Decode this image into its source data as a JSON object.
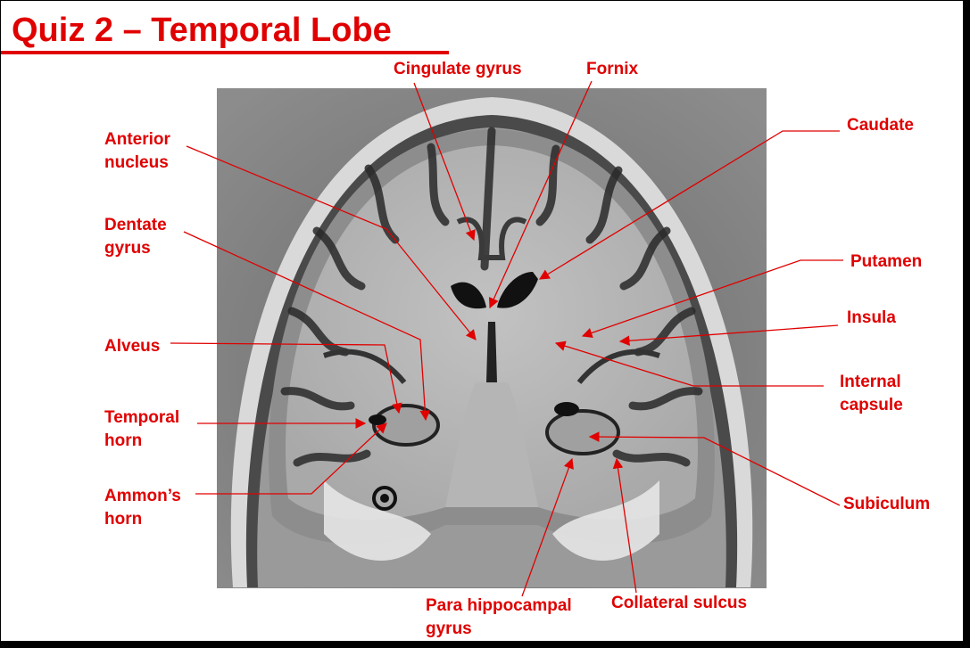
{
  "title": "Quiz 2 – Temporal Lobe",
  "colors": {
    "accent": "#e00000",
    "background": "#ffffff"
  },
  "labels": {
    "cingulate_gyrus": "Cingulate gyrus",
    "fornix": "Fornix",
    "anterior_nucleus": [
      "Anterior",
      "nucleus"
    ],
    "caudate": "Caudate",
    "dentate_gyrus": [
      "Dentate",
      "gyrus"
    ],
    "putamen": "Putamen",
    "insula": "Insula",
    "alveus": "Alveus",
    "internal_capsule": [
      "Internal",
      "capsule"
    ],
    "temporal_horn": [
      "Temporal",
      "horn"
    ],
    "ammons_horn": [
      "Ammon’s",
      "horn"
    ],
    "subiculum": "Subiculum",
    "parahippocampal_gyrus": [
      "Para hippocampal",
      "gyrus"
    ],
    "collateral_sulcus": "Collateral sulcus"
  }
}
